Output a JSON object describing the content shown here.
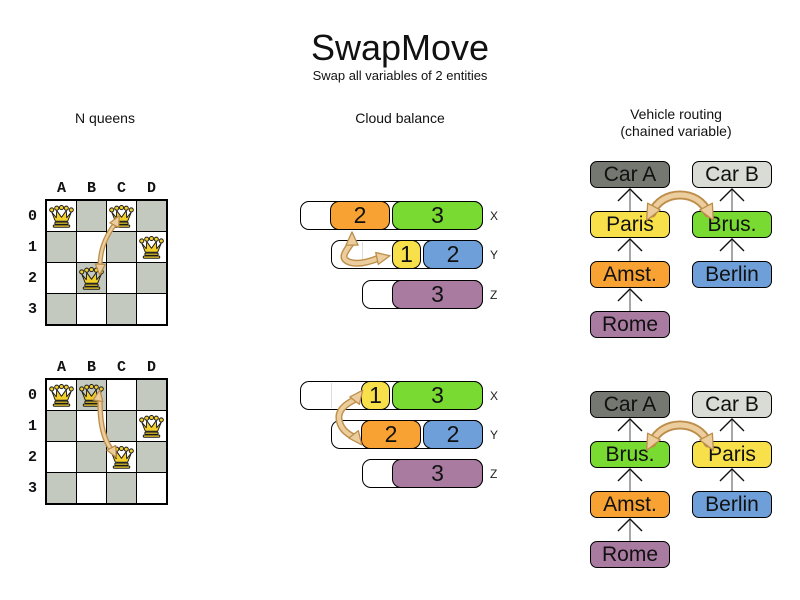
{
  "title": "SwapMove",
  "subtitle": "Swap all variables of 2 entities",
  "colors": {
    "orange": "#f7a233",
    "green": "#79da31",
    "yellow": "#f7e04a",
    "blue": "#6f9fd8",
    "purple": "#a97ba1",
    "dark_gray": "#747871",
    "light_gray": "#d9dcd4",
    "board_dark": "#c4c9c0",
    "board_light": "#ffffff",
    "arrow_fill": "#eccd9d",
    "arrow_stroke": "#bd8e4a",
    "chain_line": "#8f8f8f",
    "chain_head": "#111111",
    "queen_gold": "#f2cf2b"
  },
  "sections": {
    "nqueens": {
      "header": "N queens",
      "col_labels": [
        "A",
        "B",
        "C",
        "D"
      ],
      "row_labels": [
        "0",
        "1",
        "2",
        "3"
      ],
      "boards": [
        {
          "queens": [
            "A0",
            "C0",
            "D1",
            "B2"
          ],
          "swap": [
            "C0",
            "B2"
          ]
        },
        {
          "queens": [
            "A0",
            "B0",
            "D1",
            "C2"
          ],
          "swap": [
            "B0",
            "C2"
          ]
        }
      ]
    },
    "cloudbalance": {
      "header": "Cloud balance",
      "states": [
        {
          "rows": [
            {
              "label": "X",
              "blocks": [
                {
                  "value": "2",
                  "color": "orange"
                },
                {
                  "value": "3",
                  "color": "green"
                }
              ]
            },
            {
              "label": "Y",
              "blocks": [
                {
                  "value": "1",
                  "color": "yellow"
                },
                {
                  "value": "2",
                  "color": "blue"
                }
              ]
            },
            {
              "label": "Z",
              "blocks": [
                {
                  "value": "3",
                  "color": "purple"
                }
              ]
            }
          ],
          "swap": [
            "2",
            "1"
          ]
        },
        {
          "rows": [
            {
              "label": "X",
              "blocks": [
                {
                  "value": "1",
                  "color": "yellow"
                },
                {
                  "value": "3",
                  "color": "green"
                }
              ]
            },
            {
              "label": "Y",
              "blocks": [
                {
                  "value": "2",
                  "color": "orange"
                },
                {
                  "value": "2",
                  "color": "blue"
                }
              ]
            },
            {
              "label": "Z",
              "blocks": [
                {
                  "value": "3",
                  "color": "purple"
                }
              ]
            }
          ],
          "swap": [
            "1",
            "2"
          ]
        }
      ]
    },
    "vehiclerouting": {
      "header_line1": "Vehicle routing",
      "header_line2": "(chained variable)",
      "states": [
        {
          "chains": [
            {
              "boxes": [
                {
                  "label": "Car A",
                  "color": "dark_gray"
                },
                {
                  "label": "Paris",
                  "color": "yellow"
                },
                {
                  "label": "Amst.",
                  "color": "orange"
                },
                {
                  "label": "Rome",
                  "color": "purple"
                }
              ]
            },
            {
              "boxes": [
                {
                  "label": "Car B",
                  "color": "light_gray"
                },
                {
                  "label": "Brus.",
                  "color": "green"
                },
                {
                  "label": "Berlin",
                  "color": "blue"
                }
              ]
            }
          ],
          "swap": [
            "Paris",
            "Brus."
          ]
        },
        {
          "chains": [
            {
              "boxes": [
                {
                  "label": "Car A",
                  "color": "dark_gray"
                },
                {
                  "label": "Brus.",
                  "color": "green"
                },
                {
                  "label": "Amst.",
                  "color": "orange"
                },
                {
                  "label": "Rome",
                  "color": "purple"
                }
              ]
            },
            {
              "boxes": [
                {
                  "label": "Car B",
                  "color": "light_gray"
                },
                {
                  "label": "Paris",
                  "color": "yellow"
                },
                {
                  "label": "Berlin",
                  "color": "blue"
                }
              ]
            }
          ],
          "swap": [
            "Brus.",
            "Paris"
          ]
        }
      ]
    }
  }
}
